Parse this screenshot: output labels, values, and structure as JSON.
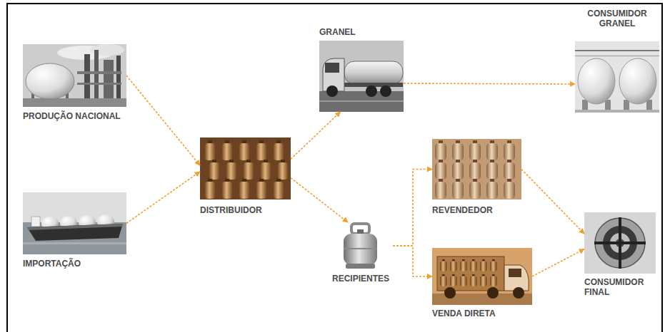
{
  "diagram": {
    "nodes": [
      {
        "text": [
          "PRODUÇÃO NACIONAL"
        ]
      },
      {
        "text": [
          "IMPORTAÇÃO"
        ]
      },
      {
        "text": [
          "DISTRIBUIDOR"
        ]
      },
      {
        "text": [
          "GRANEL"
        ]
      },
      {
        "text": [
          "CONSUMIDOR GRANEL"
        ]
      },
      {
        "text": [
          "RECIPIENTES"
        ]
      },
      {
        "text": [
          "REVENDEDOR"
        ]
      },
      {
        "text": [
          "VENDA DIRETA"
        ]
      },
      {
        "text": [
          "CONSUMIDOR FINAL"
        ]
      }
    ],
    "edges": [
      {
        "from": 0,
        "to": 2,
        "arrow": "to"
      },
      {
        "from": 1,
        "to": 2,
        "arrow": "to"
      },
      {
        "from": 2,
        "to": 3,
        "arrow": "to"
      },
      {
        "from": 3,
        "to": 4,
        "arrow": "to"
      },
      {
        "from": 2,
        "to": 5,
        "arrow": "to"
      },
      {
        "from": 5,
        "to": 6,
        "arrow": "to"
      },
      {
        "from": 5,
        "to": 7,
        "arrow": "to"
      },
      {
        "from": 6,
        "to": 8,
        "arrow": "to"
      },
      {
        "from": 7,
        "to": 8,
        "arrow": "to"
      }
    ]
  }
}
